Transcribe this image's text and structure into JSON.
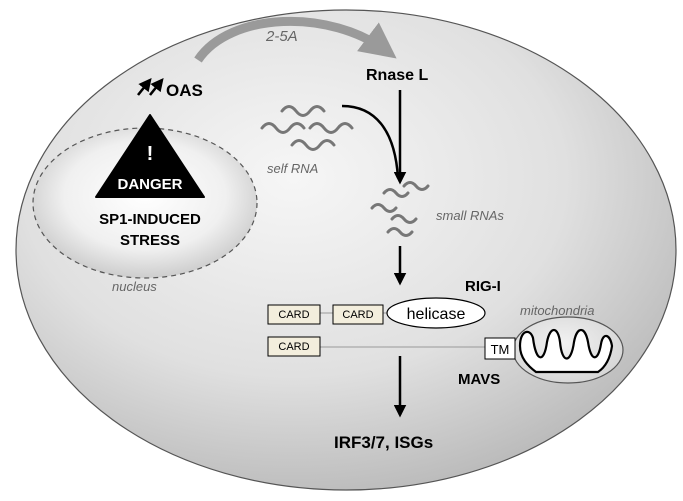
{
  "diagram": {
    "labels": {
      "oas": "OAS",
      "two_five_a": "2-5A",
      "rnase_l": "Rnase L",
      "self_rna": "self RNA",
      "small_rnas": "small RNAs",
      "danger_mark": "!",
      "danger": "DANGER",
      "stress_line1": "SP1-INDUCED",
      "stress_line2": "STRESS",
      "nucleus": "nucleus",
      "rig_i": "RIG-I",
      "card_1": "CARD",
      "card_2": "CARD",
      "card_3": "CARD",
      "helicase": "helicase",
      "mitochondria": "mitochondria",
      "tm": "TM",
      "mavs": "MAVS",
      "output": "IRF3/7, ISGs"
    },
    "colors": {
      "cell_light": "#f4f4f4",
      "cell_dark": "#b4b4b4",
      "cell_stroke": "#555555",
      "nucleus_center": "#ffffff",
      "nucleus_edge": "#c8c8c8",
      "curved_arrow": "#9a9a9a",
      "rna_squiggle": "#777777",
      "card_fill": "#f3eedd",
      "italic_text": "#666666"
    }
  }
}
